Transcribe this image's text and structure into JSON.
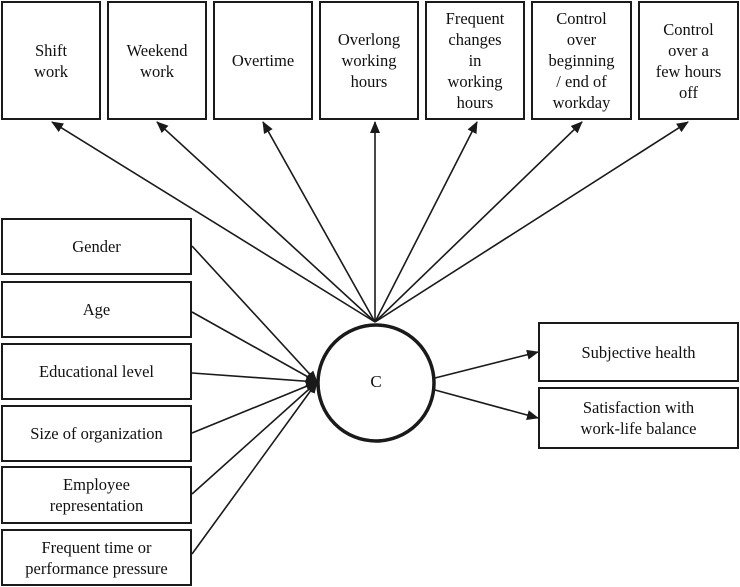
{
  "work_characteristics": [
    "Shift\nwork",
    "Weekend\nwork",
    "Overtime",
    "Overlong\nworking\nhours",
    "Frequent\nchanges\nin\nworking\nhours",
    "Control\nover\nbeginning\n/ end of\nworkday",
    "Control\nover a\nfew hours\noff"
  ],
  "covariates": [
    "Gender",
    "Age",
    "Educational level",
    "Size of organization",
    "Employee\nrepresentation",
    "Frequent time or\nperformance pressure"
  ],
  "latent_class": "C",
  "outcomes": [
    "Subjective health",
    "Satisfaction with\nwork-life balance"
  ],
  "colors": {
    "stroke": "#1a1a1a",
    "background": "#ffffff"
  }
}
